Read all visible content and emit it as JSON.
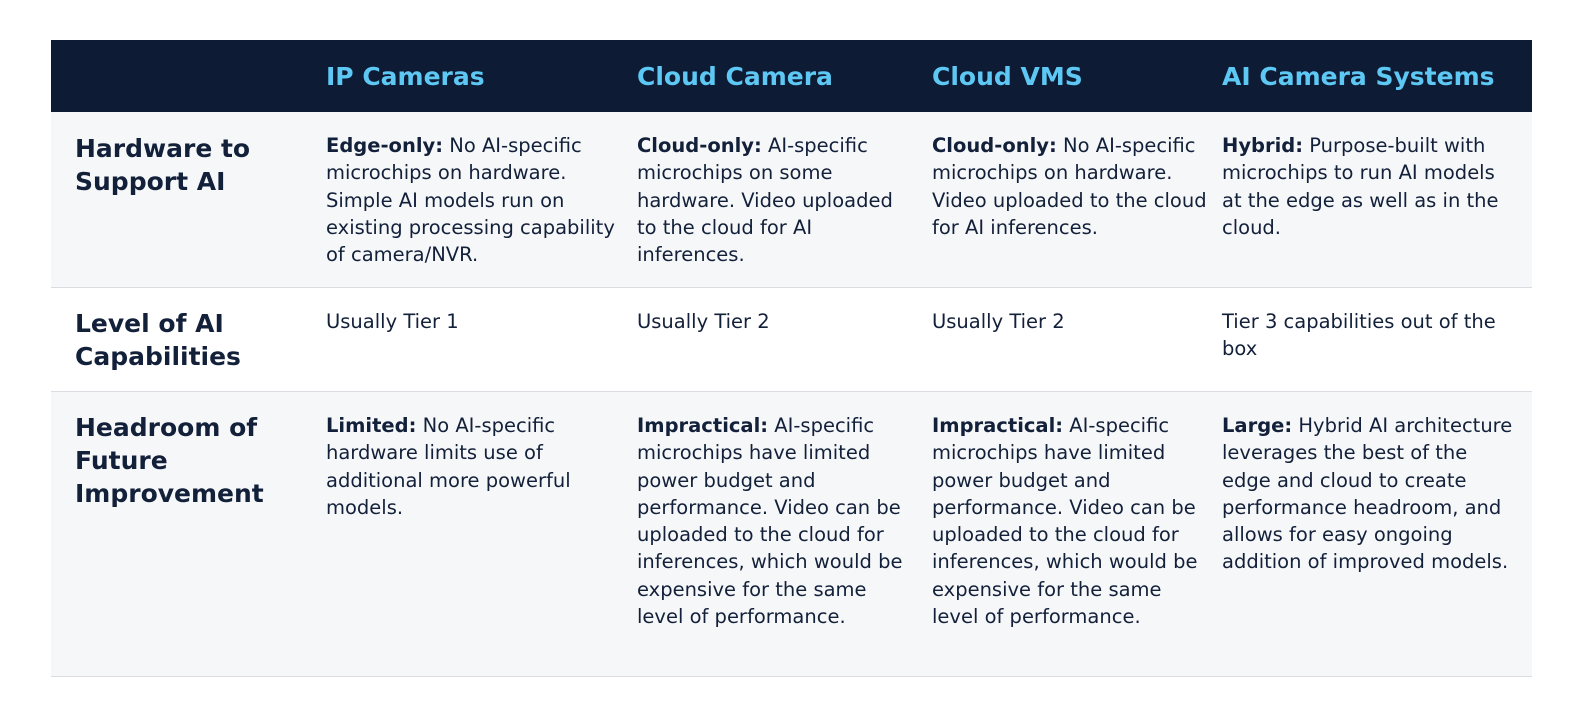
{
  "header": {
    "columns": [
      "",
      "IP Cameras",
      "Cloud Camera",
      "Cloud VMS",
      "AI Camera Systems"
    ]
  },
  "rows": [
    {
      "label": "Hardware to Support AI",
      "cells": [
        {
          "lead": "Edge-only:",
          "text": " No AI-specific microchips on hardware. Simple AI models run on existing processing capability of camera/NVR."
        },
        {
          "lead": "Cloud-only:",
          "text": " AI-specific microchips on some hardware. Video uploaded to the cloud for AI inferences."
        },
        {
          "lead": "Cloud-only:",
          "text": " No AI-specific microchips on hardware. Video uploaded to the cloud for AI inferences."
        },
        {
          "lead": "Hybrid:",
          "text": " Purpose-built with microchips to run AI models at the edge as well as in the cloud."
        }
      ]
    },
    {
      "label": "Level of AI Capabilities",
      "cells": [
        {
          "lead": "",
          "text": "Usually Tier 1"
        },
        {
          "lead": "",
          "text": "Usually Tier 2"
        },
        {
          "lead": "",
          "text": "Usually Tier 2"
        },
        {
          "lead": "",
          "text": "Tier 3 capabilities out of the box"
        }
      ]
    },
    {
      "label": "Headroom of Future Improvement",
      "cells": [
        {
          "lead": "Limited:",
          "text": " No AI-specific hardware limits use of additional more powerful models."
        },
        {
          "lead": "Impractical:",
          "text": " AI-specific microchips have limited power budget and performance. Video can be uploaded to the cloud for inferences, which would be expensive for the same level of performance."
        },
        {
          "lead": "Impractical:",
          "text": " AI-specific microchips have limited power budget and performance. Video can be uploaded to the cloud for inferences, which would be expensive for the same level of performance."
        },
        {
          "lead": "Large:",
          "text": " Hybrid AI architecture leverages the best of the edge and cloud to create performance headroom, and allows for easy ongoing addition of improved models."
        }
      ]
    }
  ]
}
